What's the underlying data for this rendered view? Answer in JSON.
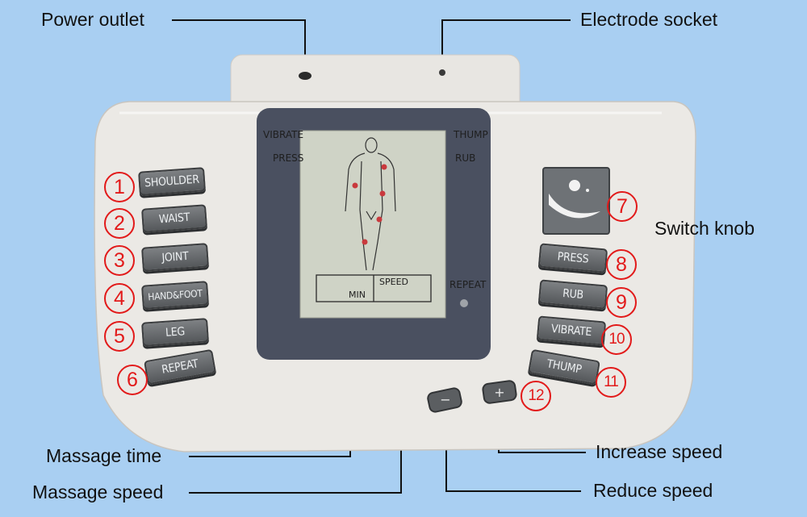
{
  "callouts": {
    "power_outlet": "Power outlet",
    "electrode_socket": "Electrode socket",
    "switch_knob": "Switch knob",
    "massage_time": "Massage time",
    "massage_speed": "Massage speed",
    "increase_speed": "Increase speed",
    "reduce_speed": "Reduce speed"
  },
  "left_buttons": [
    {
      "num": "1",
      "label": "SHOULDER"
    },
    {
      "num": "2",
      "label": "WAIST"
    },
    {
      "num": "3",
      "label": "JOINT"
    },
    {
      "num": "4",
      "label": "HAND&FOOT"
    },
    {
      "num": "5",
      "label": "LEG"
    },
    {
      "num": "6",
      "label": "REPEAT"
    }
  ],
  "right_buttons": [
    {
      "num": "8",
      "label": "PRESS"
    },
    {
      "num": "9",
      "label": "RUB"
    },
    {
      "num": "10",
      "label": "VIBRATE"
    },
    {
      "num": "11",
      "label": "THUMP"
    }
  ],
  "switch_num": "7",
  "speed_num": "12",
  "speed_keys": {
    "minus": "−",
    "plus": "+"
  },
  "lcd": {
    "vibrate": "VIBRATE",
    "press": "PRESS",
    "thump": "THUMP",
    "rub": "RUB",
    "repeat": "REPEAT",
    "speed": "SPEED",
    "min": "MIN"
  },
  "colors": {
    "background": "#a9cff2",
    "device": "#eceae6",
    "callout_red": "#e21a1a"
  }
}
